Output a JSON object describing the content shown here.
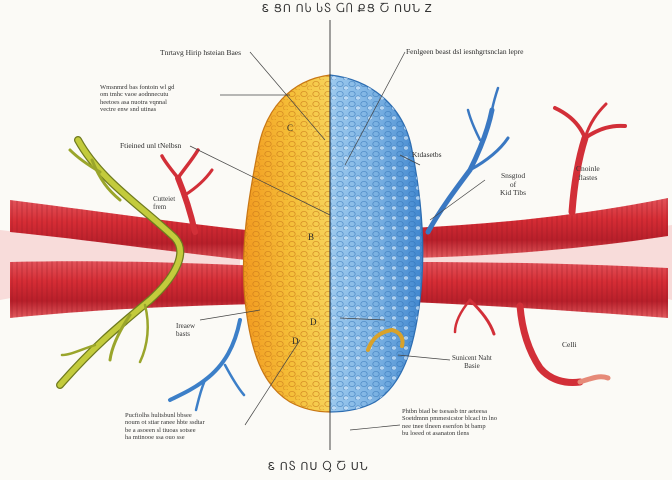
{
  "diagram": {
    "title_top": "Ꮛ ՑՈ ՈႱ ႱႽ ႺႶ ՔՑ Ⴀ ՈՍՆ Ꮓ",
    "title_bottom": "Ꮛ ՈႽ ՈՍ Ⴓ Ⴀ ՍՆ",
    "labels": {
      "left_upper": "Tnrtavg Hirip hsteian Baes",
      "left_block": "Wmsnmrd bas fontoin wl gd\nom tmhc vaoe aodnnecutu\nheetoes asa nuotra vqnnal\nvectre enw snd utinas",
      "left_mid": "Ftieined unl tNelbsn",
      "left_calfet": "Cutteiet\nfrem",
      "left_lower": "Ireaew\nbasts",
      "left_bottom": "Pucfiolhs hultsbunl bbsee\nnoum ot stiar ranee hbte ssdtar\nbe a asoeen sl tiuoas sotsee\nha mtinooe ssa ouo sse",
      "right_top": "Fenlgeen beast dsl iesnhgrtsnclan lepre",
      "right_kidney": "Ktdasetbs",
      "right_upper": "Snsgtod\nof\nKid Tibs",
      "right_far": "Cnoinle\nflastes",
      "right_mid": "Sunicent Naht\nBasie",
      "right_cell": "Celli",
      "right_bottom": "Phtbn biad be tsesasb tnr aeteesa\nSoetdmnn pmmesicstor blcacl tn lno\nnee tnee tlneen esenfon bt bamp\nbu loeed ot asanaton tlens"
    },
    "markers": [
      "C",
      "B",
      "D",
      "D"
    ],
    "colors": {
      "left_organ": "#f3b331",
      "right_organ": "#7fb6e4",
      "vessel_red": "#d9333c",
      "vessel_blue": "#3a7fc9",
      "nerve_yellow": "#b6c033"
    }
  }
}
